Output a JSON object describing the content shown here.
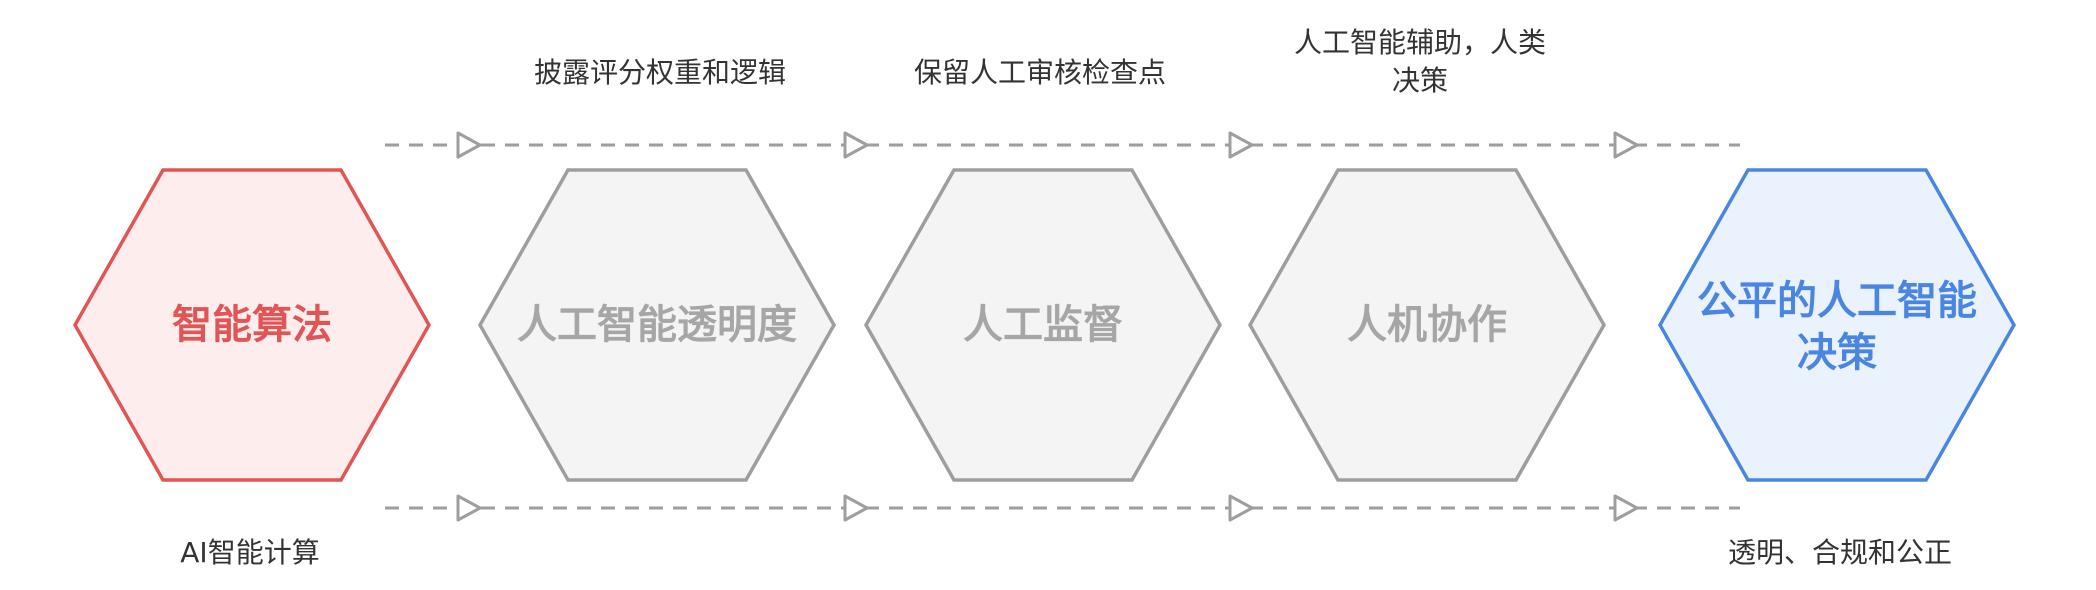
{
  "colors": {
    "red_stroke": "#E05555",
    "red_fill": "#FDEDED",
    "red_text": "#E05555",
    "gray_stroke": "#9E9E9E",
    "gray_fill": "#F4F4F4",
    "gray_text": "#A6A6A6",
    "blue_stroke": "#4A86E0",
    "blue_fill": "#EAF2FE",
    "blue_text": "#4A86E0",
    "arrow": "#9E9E9E"
  },
  "nodes": [
    {
      "id": "smart-algorithm",
      "label": "智能算法",
      "style": "red"
    },
    {
      "id": "ai-transparency",
      "label": "人工智能透明度",
      "style": "gray"
    },
    {
      "id": "human-oversight",
      "label": "人工监督",
      "style": "gray"
    },
    {
      "id": "human-machine-collab",
      "label": "人机协作",
      "style": "gray"
    },
    {
      "id": "fair-ai-decision",
      "label_line1": "公平的人工智能",
      "label_line2": "决策",
      "style": "blue"
    }
  ],
  "annotations": {
    "top": {
      "disclose": "披露评分权重和逻辑",
      "retain": "保留人工审核检查点",
      "assist_line1": "人工智能辅助，人类",
      "assist_line2": "决策"
    },
    "bottom": {
      "start": "AI智能计算",
      "end": "透明、合规和公正"
    }
  }
}
